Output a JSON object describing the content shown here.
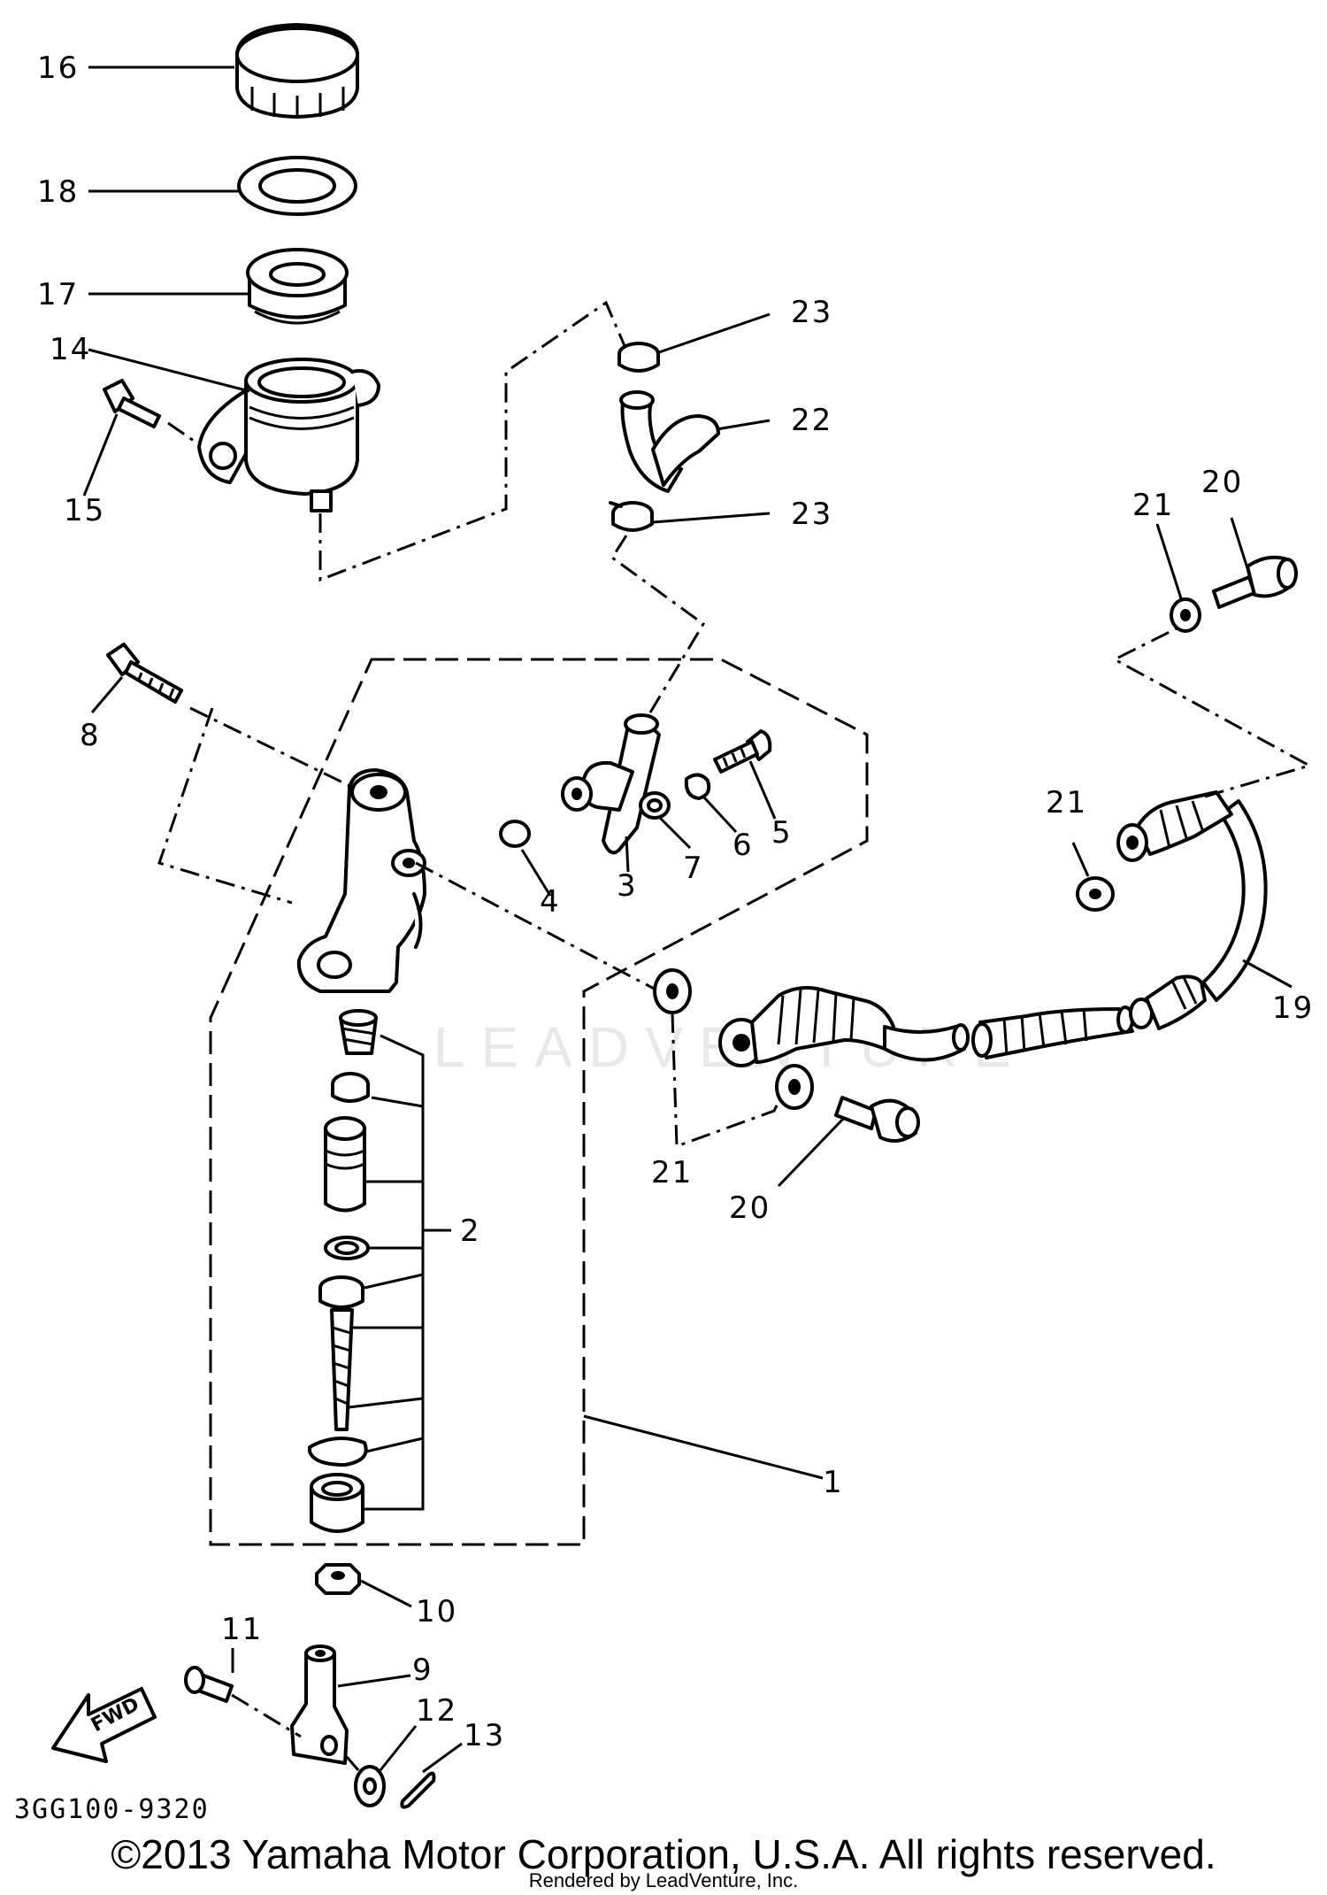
{
  "diagram": {
    "code": "3GG100-9320",
    "fwd_label": "FWD",
    "watermark": "LEADVENTURE"
  },
  "callouts": {
    "c1": "1",
    "c2": "2",
    "c3": "3",
    "c4": "4",
    "c5": "5",
    "c6": "6",
    "c7": "7",
    "c8": "8",
    "c9": "9",
    "c10": "10",
    "c11": "11",
    "c12": "12",
    "c13": "13",
    "c14": "14",
    "c15": "15",
    "c16": "16",
    "c17": "17",
    "c18": "18",
    "c19": "19",
    "c20a": "20",
    "c20b": "20",
    "c21a": "21",
    "c21b": "21",
    "c21c": "21",
    "c22": "22",
    "c23a": "23",
    "c23b": "23"
  },
  "footer": {
    "copyright": "©2013 Yamaha Motor Corporation, U.S.A. All rights reserved.",
    "rendered": "Rendered by LeadVenture, Inc."
  }
}
